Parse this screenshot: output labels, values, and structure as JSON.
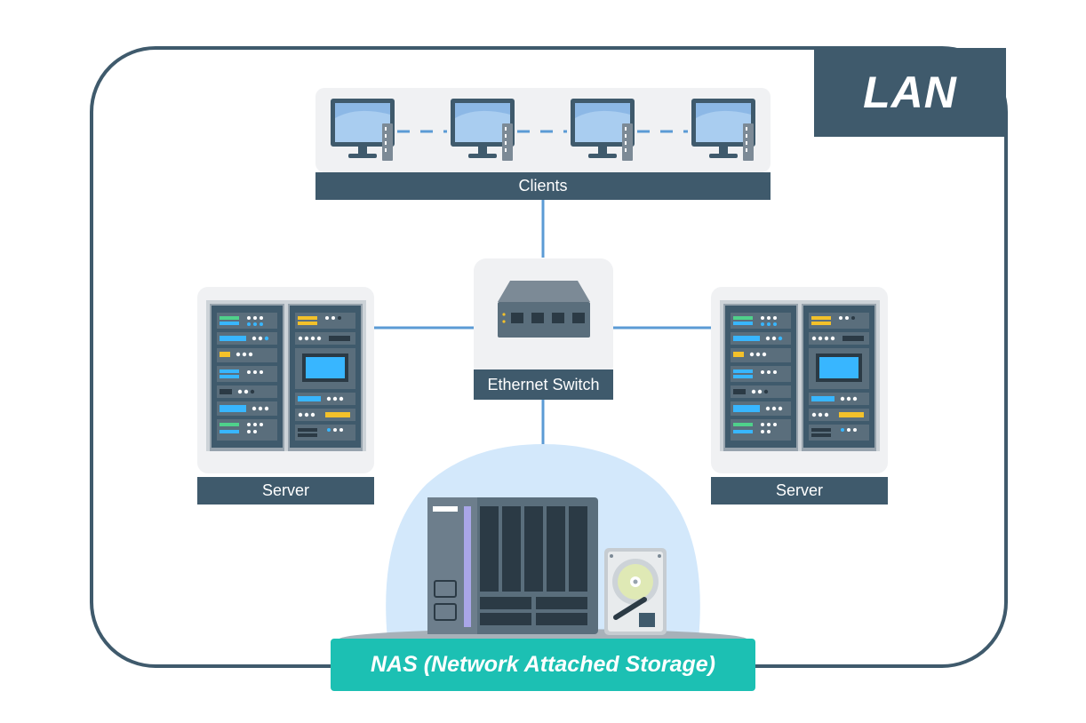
{
  "lan": {
    "title": "LAN"
  },
  "clients": {
    "label": "Clients",
    "count": 4
  },
  "switch": {
    "label": "Ethernet Switch"
  },
  "servers": [
    {
      "label": "Server"
    },
    {
      "label": "Server"
    }
  ],
  "nas": {
    "label": "NAS (Network Attached Storage)"
  },
  "colors": {
    "frame": "#3f5a6c",
    "link": "#5b9bd5",
    "panel": "#f0f1f3",
    "nas_glow": "#d3e8fb",
    "nas_label": "#1cc0b3"
  },
  "icons": [
    "monitor-icon",
    "tower-icon",
    "switch-icon",
    "server-rack-icon",
    "nas-device-icon",
    "hard-drive-icon"
  ]
}
